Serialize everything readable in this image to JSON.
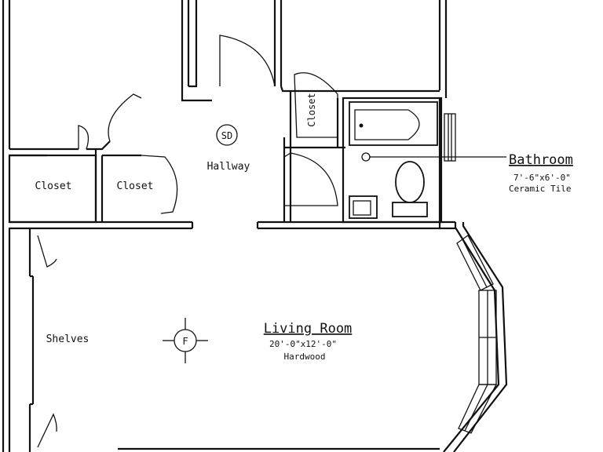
{
  "rooms": {
    "closet_left": {
      "label": "Closet"
    },
    "closet_mid": {
      "label": "Closet"
    },
    "closet_bath": {
      "label": "Closet"
    },
    "hallway": {
      "label": "Hallway"
    },
    "shelves": {
      "label": "Shelves"
    },
    "bathroom": {
      "label": "Bathroom",
      "dims": "7'-6\"x6'-0\"",
      "floor": "Ceramic Tile"
    },
    "living_room": {
      "label": "Living Room",
      "dims": "20'-0\"x12'-0\"",
      "floor": "Hardwood"
    }
  },
  "symbols": {
    "smoke_detector": "SD",
    "fan": "F"
  }
}
